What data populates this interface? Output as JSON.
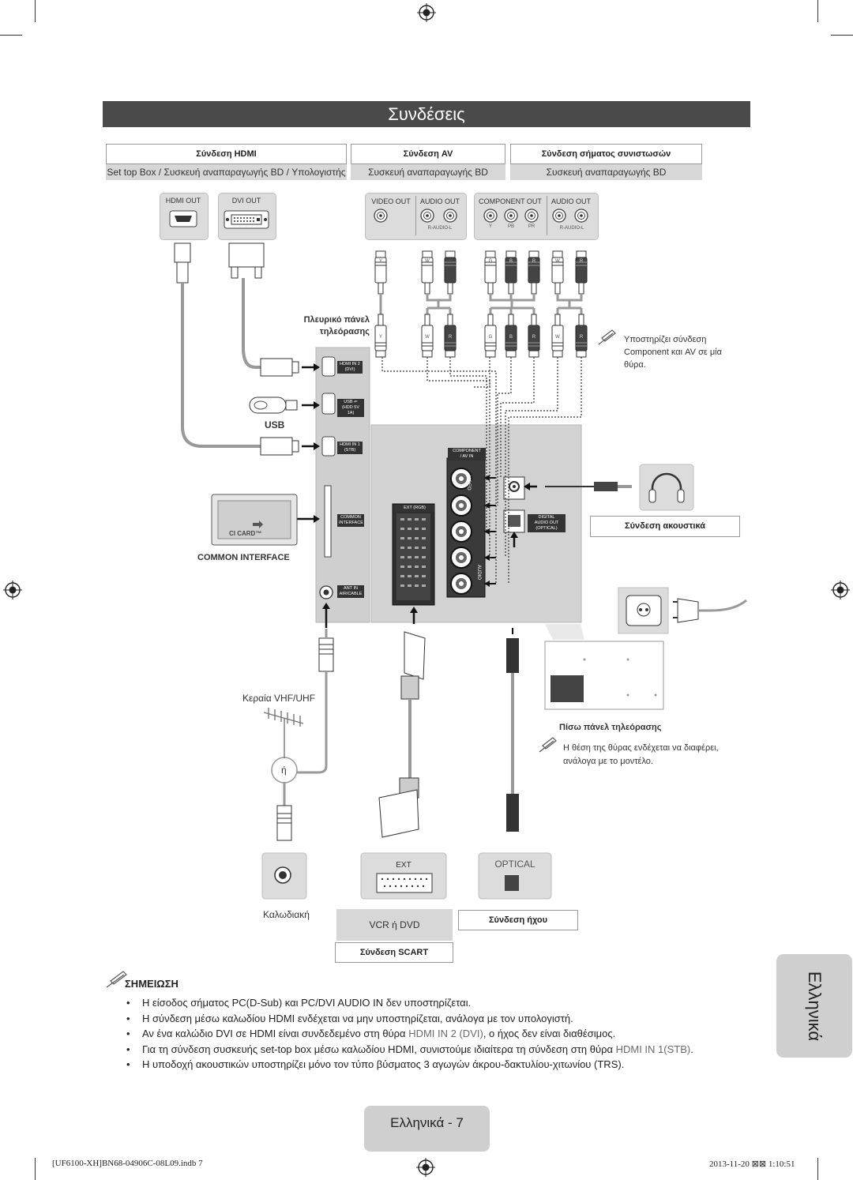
{
  "title": "Συνδέσεις",
  "sections": {
    "hdmi": {
      "header": "Σύνδεση HDMI",
      "sub": "Set top Box / Συσκευή αναπαραγωγής BD / Υπολογιστής"
    },
    "av": {
      "header": "Σύνδεση AV",
      "sub": "Συσκευή αναπαραγωγής BD"
    },
    "component": {
      "header": "Σύνδεση σήματος συνιστωσών",
      "sub": "Συσκευή αναπαραγωγής BD"
    }
  },
  "device_ports": {
    "hdmi_out": "HDMI OUT",
    "dvi_out": "DVI OUT",
    "video_out": "VIDEO OUT",
    "audio_out": "AUDIO OUT",
    "component_out": "COMPONENT OUT",
    "audio_out_2": "AUDIO OUT",
    "r_audio_l": "R-AUDIO-L",
    "y": "Y",
    "pb": "PB",
    "pr": "PR"
  },
  "plug_letters": {
    "av_top": [
      "Y",
      "W",
      "R"
    ],
    "comp_top": [
      "G",
      "B",
      "R",
      "W",
      "R"
    ],
    "av_bottom": [
      "Y",
      "W",
      "R"
    ],
    "comp_bottom": [
      "G",
      "B",
      "R",
      "W",
      "R"
    ]
  },
  "side_panel": {
    "label_line1": "Πλευρικό πάνελ",
    "label_line2": "τηλεόρασης",
    "hdmi_in_2": "HDMI IN 2",
    "hdmi_in_2_sub": "(DVI)",
    "usb": "USB",
    "usb_sub": "(HDD 5V 1A)",
    "hdmi_in_1": "HDMI IN 1",
    "hdmi_in_1_sub": "(STB)",
    "common": "COMMON",
    "interface": "INTERFACE",
    "ant_in": "ANT IN",
    "air_cable": "AIR/CABLE"
  },
  "av_note": {
    "line1": "Υποστηρίζει σύνδεση",
    "line2": "Component και AV σε μία",
    "line3": "θύρα."
  },
  "usb_label": "USB",
  "ci_card": "CI CARD™",
  "common_interface_label": "COMMON INTERFACE",
  "rear_panel": {
    "component": "COMPONENT",
    "av_in": "/ AV IN",
    "ext_rgb": "EXT (RGB)",
    "digital": "DIGITAL",
    "audio_out": "AUDIO OUT",
    "optical": "(OPTICAL)",
    "video": "VIDEO",
    "audio": "AUDIO"
  },
  "headphone_label": "Σύνδεση ακουστικά",
  "rear_label": "Πίσω πάνελ τηλεόρασης",
  "rear_note": {
    "line1": "Η θέση της θύρας ενδέχεται να διαφέρει,",
    "line2": "ανάλογα με το μοντέλο."
  },
  "antenna_label": "Κεραία VHF/UHF",
  "or_label": "ή",
  "cable_label": "Καλωδιακή",
  "ext_label": "EXT",
  "optical_label": "OPTICAL",
  "vcr_dvd": "VCR ή DVD",
  "scart_label": "Σύνδεση SCART",
  "audio_conn_label": "Σύνδεση ήχου",
  "notes": {
    "heading": "ΣΗΜΕΙΩΣΗ",
    "item1": "Η είσοδος σήματος PC(D-Sub) και PC/DVI AUDIO IN δεν υποστηρίζεται.",
    "item2": "Η σύνδεση μέσω καλωδίου HDMI ενδέχεται να μην υποστηρίζεται, ανάλογα με τον υπολογιστή.",
    "item3_a": "Αν ένα καλώδιο DVI σε HDMI είναι συνδεδεμένο στη θύρα ",
    "item3_hl": "HDMI IN 2 (DVI)",
    "item3_b": ", ο ήχος δεν είναι διαθέσιμος.",
    "item4_a": "Για τη σύνδεση συσκευής set-top box μέσω καλωδίου HDMI, συνιστούμε ιδιαίτερα τη σύνδεση στη θύρα ",
    "item4_hl": "HDMI IN 1(STB)",
    "item4_b": ".",
    "item5": "Η υποδοχή ακουστικών υποστηρίζει μόνο τον τύπο βύσματος 3 αγωγών άκρου-δακτυλίου-χιτωνίου (TRS)."
  },
  "language_tab": "Ελληνικά",
  "page_tab": "Ελληνικά - 7",
  "footer": {
    "left": "[UF6100-XH]BN68-04906C-08L09.indb   7",
    "right": "2013-11-20   ⊠⊠ 1:10:51"
  }
}
